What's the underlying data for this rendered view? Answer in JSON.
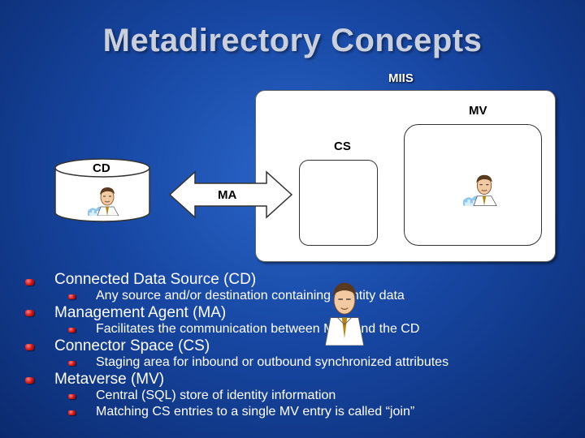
{
  "slide": {
    "title": "Metadirectory Concepts"
  },
  "diagram": {
    "miis_label": "MIIS",
    "mv_label": "MV",
    "cs_label": "CS",
    "cd_label": "CD",
    "ma_label": "MA",
    "person_icon": "person-icon"
  },
  "bullets": [
    {
      "text": "Connected Data Source (CD)",
      "sub": [
        "Any source and/or destination containing identity data"
      ]
    },
    {
      "text": "Management Agent (MA)",
      "sub": [
        "Facilitates the communication between MIIS and the CD"
      ]
    },
    {
      "text": "Connector Space (CS)",
      "sub": [
        "Staging area for inbound or outbound synchronized attributes"
      ]
    },
    {
      "text": "Metaverse (MV)",
      "sub": [
        "Central (SQL) store of identity information",
        "Matching CS entries to a single MV entry is called “join”"
      ]
    }
  ],
  "colors": {
    "background": "#1747a3",
    "bullet": "#d41818"
  }
}
